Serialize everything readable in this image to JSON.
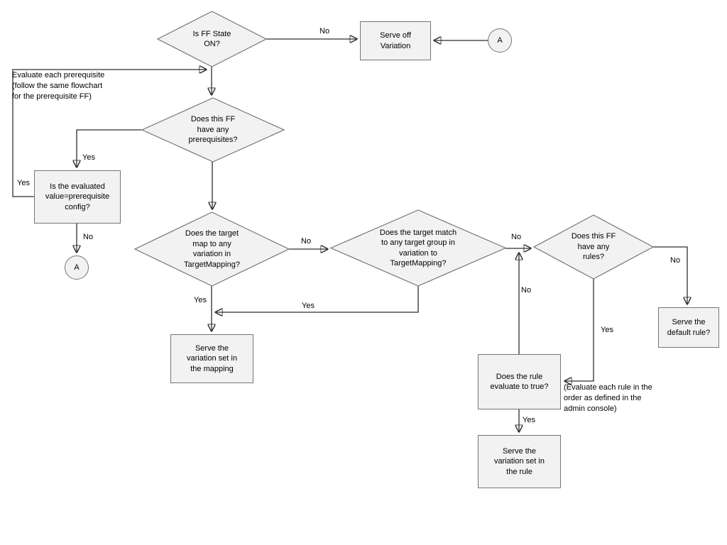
{
  "colors": {
    "canvas_bg": "#ffffff",
    "shape_fill": "#f2f2f2",
    "shape_stroke": "#757575",
    "connector": "#2e2e2e",
    "text": "#000000"
  },
  "nodes": {
    "ff_state": {
      "type": "decision",
      "label": "Is FF State ON?"
    },
    "serve_off_variation": {
      "type": "process",
      "label": "Serve off Variation"
    },
    "connector_a_top": {
      "type": "connector",
      "label": "A"
    },
    "prerequisites": {
      "type": "decision",
      "label": "Does this FF have any prerequisites?"
    },
    "evaluated_value": {
      "type": "process",
      "label": "Is the evaluated value=prerequisite config?"
    },
    "connector_a_bottom": {
      "type": "connector",
      "label": "A"
    },
    "target_mapping": {
      "type": "decision",
      "label": "Does the target map to any variation in TargetMapping?"
    },
    "target_group": {
      "type": "decision",
      "label": "Does the target match to any target group in variation to TargetMapping?"
    },
    "rules": {
      "type": "decision",
      "label": "Does this FF have any rules?"
    },
    "serve_default_rule": {
      "type": "process",
      "label": "Serve the default rule?"
    },
    "rule_evaluate": {
      "type": "process",
      "label": "Does the rule evaluate to true?"
    },
    "serve_variation_rule": {
      "type": "process",
      "label": "Serve the variation set in the rule"
    },
    "serve_variation_mapping": {
      "type": "process",
      "label": "Serve the variation set in the mapping"
    }
  },
  "edge_labels": {
    "ff_state_no": "No",
    "prerequisites_yes": "Yes",
    "evaluated_yes": "Yes",
    "evaluated_no": "No",
    "target_mapping_no": "No",
    "target_mapping_yes": "Yes",
    "target_group_yes": "Yes",
    "target_group_no": "No",
    "rules_no": "No",
    "rules_yes": "Yes",
    "rule_evaluate_no": "No",
    "rule_evaluate_yes": "Yes"
  },
  "annotations": {
    "prerequisite_note": "Evaluate each prerequisite (follow the same flowchart for the prerequisite FF)",
    "rules_note": "(Evaluate each rule in the order as defined in the admin console)"
  }
}
